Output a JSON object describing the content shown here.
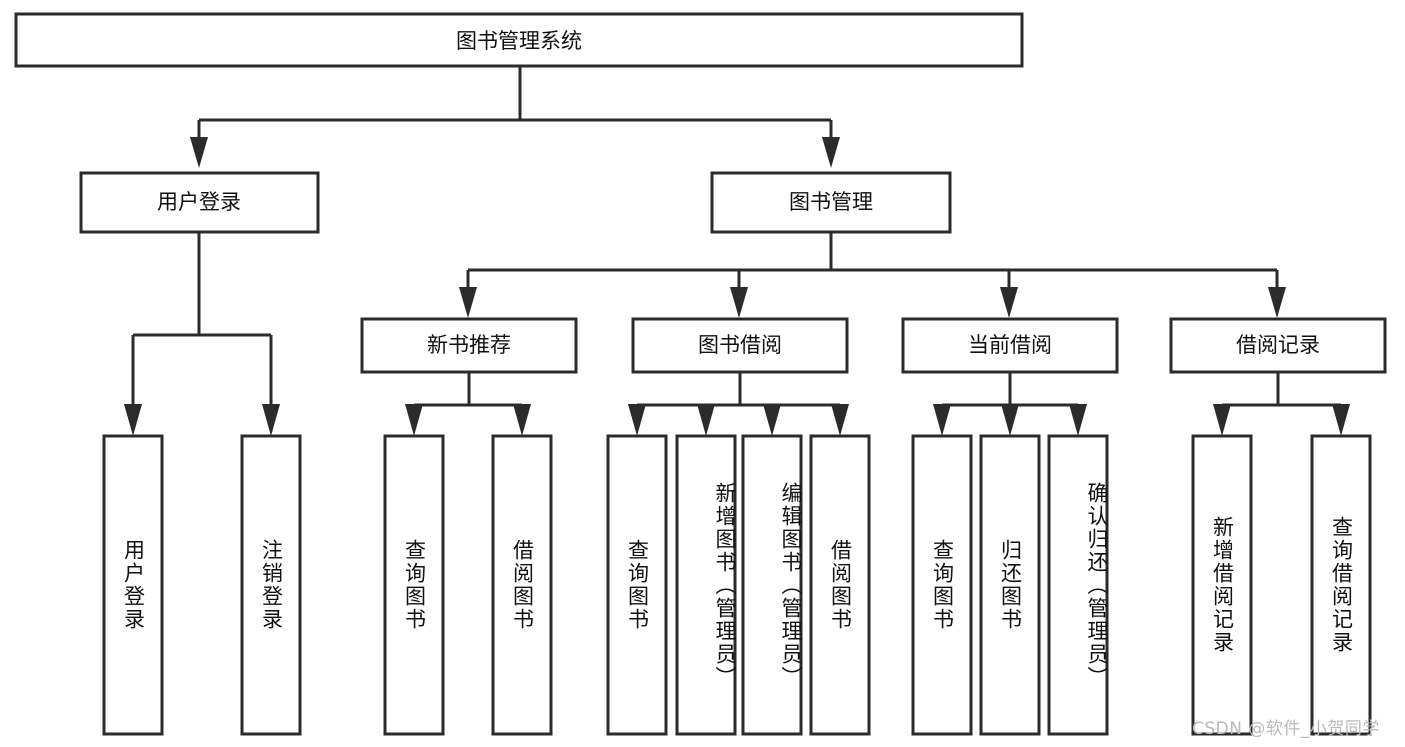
{
  "diagram": {
    "type": "tree-hierarchy",
    "title": "图书管理系统",
    "root": {
      "label": "图书管理系统",
      "orientation": "horizontal"
    },
    "level2": [
      {
        "label": "用户登录",
        "orientation": "horizontal"
      },
      {
        "label": "图书管理",
        "orientation": "horizontal"
      }
    ],
    "level3": [
      {
        "label": "新书推荐",
        "orientation": "horizontal",
        "parent": "图书管理"
      },
      {
        "label": "图书借阅",
        "orientation": "horizontal",
        "parent": "图书管理"
      },
      {
        "label": "当前借阅",
        "orientation": "horizontal",
        "parent": "图书管理"
      },
      {
        "label": "借阅记录",
        "orientation": "horizontal",
        "parent": "图书管理"
      }
    ],
    "leaves": {
      "user_login": [
        {
          "label": "用户登录",
          "orientation": "vertical"
        },
        {
          "label": "注销登录",
          "orientation": "vertical"
        }
      ],
      "new_book_recommend": [
        {
          "label": "查询图书",
          "orientation": "vertical"
        },
        {
          "label": "借阅图书",
          "orientation": "vertical"
        }
      ],
      "book_borrow": [
        {
          "label": "查询图书",
          "orientation": "vertical"
        },
        {
          "label": "新增图书（管理员）",
          "orientation": "vertical"
        },
        {
          "label": "编辑图书（管理员）",
          "orientation": "vertical"
        },
        {
          "label": "借阅图书",
          "orientation": "vertical"
        }
      ],
      "current_borrow": [
        {
          "label": "查询图书",
          "orientation": "vertical"
        },
        {
          "label": "归还图书",
          "orientation": "vertical"
        },
        {
          "label": "确认归还（管理员）",
          "orientation": "vertical"
        }
      ],
      "borrow_record": [
        {
          "label": "新增借阅记录",
          "orientation": "vertical"
        },
        {
          "label": "查询借阅记录",
          "orientation": "vertical"
        }
      ]
    },
    "colors": {
      "stroke": "#2b2b2b",
      "fill": "#ffffff",
      "text": "#111111",
      "watermark": "#b9b9b9",
      "background": "#ffffff"
    }
  },
  "watermark": {
    "text": "CSDN @软件_小贺同学"
  }
}
